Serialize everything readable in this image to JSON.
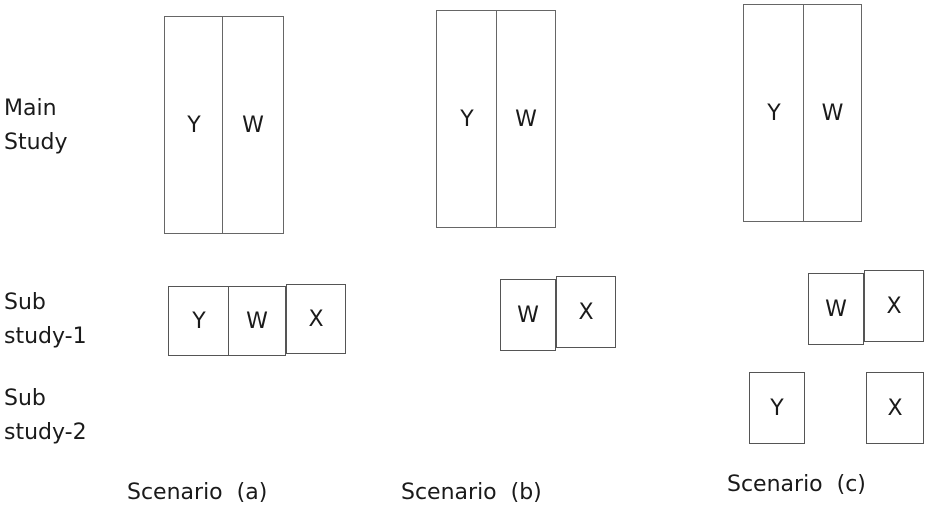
{
  "row_labels": {
    "main_study": "Main\nStudy",
    "sub_study_1": "Sub\nstudy-1",
    "sub_study_2": "Sub\nstudy-2"
  },
  "scenarios": [
    {
      "label": "Scenario  (a)",
      "main_study": [
        "Y",
        "W"
      ],
      "sub_study_1": [
        "Y",
        "W",
        "X"
      ],
      "sub_study_2": []
    },
    {
      "label": "Scenario  (b)",
      "main_study": [
        "Y",
        "W"
      ],
      "sub_study_1": [
        "W",
        "X"
      ],
      "sub_study_2": []
    },
    {
      "label": "Scenario  (c)",
      "main_study": [
        "Y",
        "W"
      ],
      "sub_study_1": [
        "W",
        "X"
      ],
      "sub_study_2": [
        "Y",
        "X"
      ]
    }
  ]
}
